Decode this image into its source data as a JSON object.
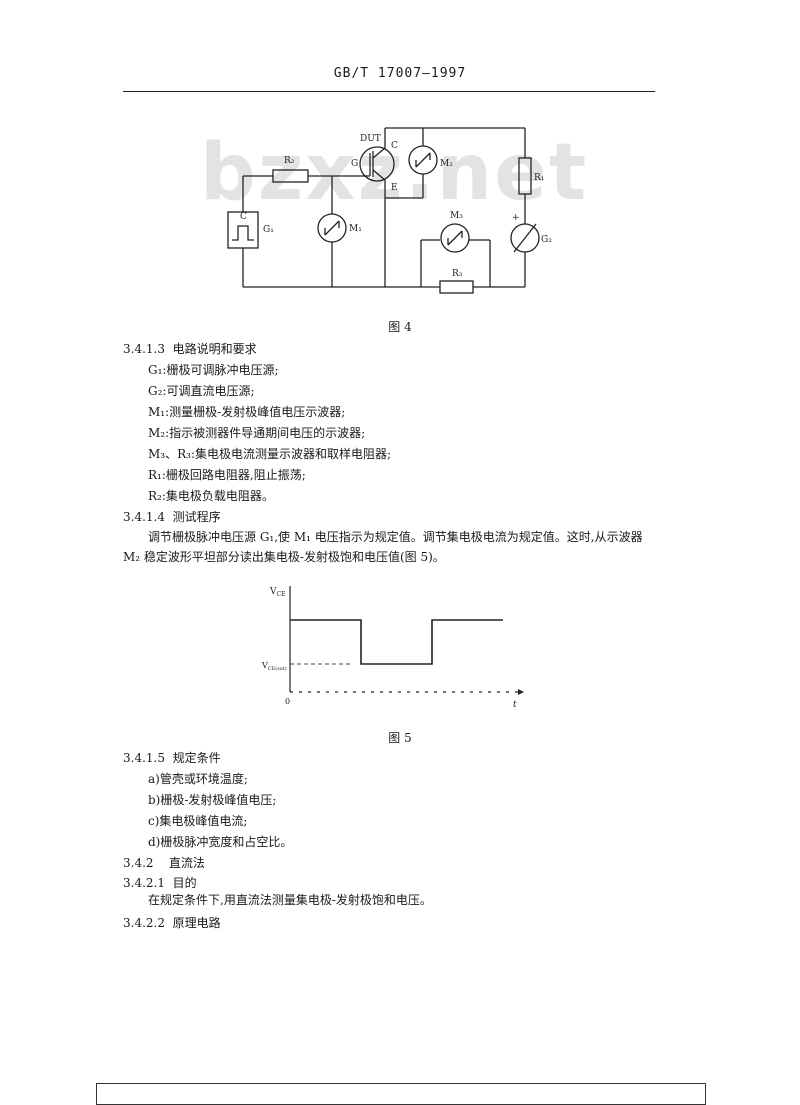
{
  "header": {
    "standard": "GB/T 17007—1997"
  },
  "watermark": "bzxz.net",
  "fig4": {
    "caption": "图 4",
    "labels": {
      "dut": "DUT",
      "c": "C",
      "g": "G",
      "e": "E",
      "rg": "R₂",
      "g1_c": "C",
      "g1": "G₁",
      "m1": "M₁",
      "m2": "M₂",
      "m3": "M₃",
      "r3": "R₃",
      "r1": "R₁",
      "g2": "G₂",
      "plus": "+"
    }
  },
  "sections": {
    "s3413": {
      "number": "3.4.1.3",
      "title": "电路说明和要求"
    },
    "items_3413": [
      "G₁:栅极可调脉冲电压源;",
      "G₂:可调直流电压源;",
      "M₁:测量栅极-发射极峰值电压示波器;",
      "M₂:指示被测器件导通期间电压的示波器;",
      "M₃、R₃:集电极电流测量示波器和取样电阻器;",
      "R₁:栅极回路电阻器,阻止振荡;",
      "R₂:集电极负载电阻器。"
    ],
    "s3414": {
      "number": "3.4.1.4",
      "title": "测试程序"
    },
    "para_3414": "调节栅极脉冲电压源 G₁,使 M₁ 电压指示为规定值。调节集电极电流为规定值。这时,从示波器 M₂ 稳定波形平坦部分读出集电极-发射极饱和电压值(图 5)。",
    "s3415": {
      "number": "3.4.1.5",
      "title": "规定条件"
    },
    "items_3415": [
      "a)管壳或环境温度;",
      "b)栅极-发射极峰值电压;",
      "c)集电极峰值电流;",
      "d)栅极脉冲宽度和占空比。"
    ],
    "s342": {
      "number": "3.4.2",
      "title": "直流法"
    },
    "s3421": {
      "number": "3.4.2.1",
      "title": "目的"
    },
    "para_3421": "在规定条件下,用直流法测量集电极-发射极饱和电压。",
    "s3422": {
      "number": "3.4.2.2",
      "title": "原理电路"
    }
  },
  "fig5": {
    "caption": "图 5",
    "ylabel": "V_CE",
    "ylabel_main": "V",
    "ylabel_sub": "CE",
    "sat_label_main": "V",
    "sat_label_sub": "CE(sat)",
    "origin": "0",
    "xlabel": "t"
  },
  "chart_data": {
    "type": "line",
    "title": "",
    "xlabel": "t",
    "ylabel": "V_CE",
    "series": [
      {
        "x": [
          0,
          1,
          1,
          2,
          2,
          3
        ],
        "y": [
          1,
          1,
          0,
          0,
          1,
          1
        ]
      }
    ],
    "annotations": [
      "V_CE(sat)"
    ],
    "grid": false
  }
}
